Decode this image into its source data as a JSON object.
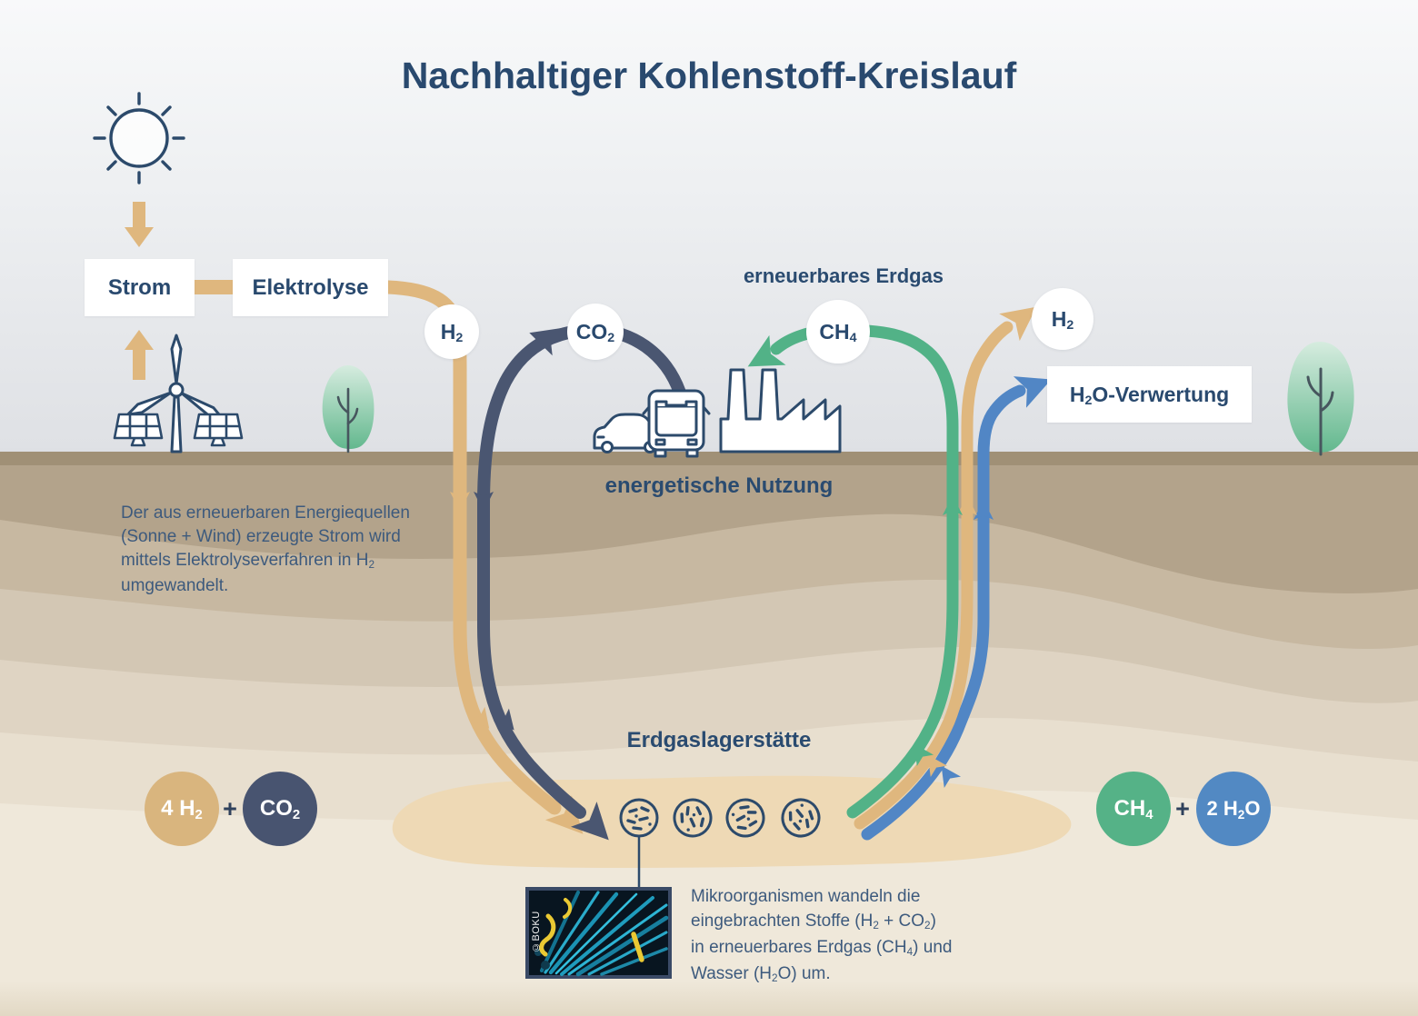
{
  "title": "Nachhaltiger Kohlenstoff-Kreislauf",
  "flow_boxes": {
    "strom": "Strom",
    "elektrolyse": "Elektrolyse",
    "h2o_verwertung": [
      {
        "t": "H"
      },
      {
        "t": "2",
        "s": true
      },
      {
        "t": "O-Verwertung"
      }
    ]
  },
  "section_labels": {
    "renewable_gas": "erneuerbares Erdgas",
    "energetic_use": "energetische Nutzung",
    "gas_reservoir": "Erdgaslagerstätte"
  },
  "gas_nodes": {
    "h2_left": [
      {
        "t": "H"
      },
      {
        "t": "2",
        "s": true
      }
    ],
    "co2": [
      {
        "t": "CO"
      },
      {
        "t": "2",
        "s": true
      }
    ],
    "ch4": [
      {
        "t": "CH"
      },
      {
        "t": "4",
        "s": true
      }
    ],
    "h2_right": [
      {
        "t": "H"
      },
      {
        "t": "2",
        "s": true
      }
    ]
  },
  "reaction_left": {
    "a": [
      {
        "t": "4 H"
      },
      {
        "t": "2",
        "s": true
      }
    ],
    "plus": "+",
    "b": [
      {
        "t": "CO"
      },
      {
        "t": "2",
        "s": true
      }
    ]
  },
  "reaction_right": {
    "a": [
      {
        "t": "CH"
      },
      {
        "t": "4",
        "s": true
      }
    ],
    "plus": "+",
    "b": [
      {
        "t": "2 H"
      },
      {
        "t": "2",
        "s": true
      },
      {
        "t": "O"
      }
    ]
  },
  "paragraph_electrolysis": {
    "lines": [
      [
        {
          "t": "Der aus erneuerbaren Energiequellen"
        }
      ],
      [
        {
          "t": "(Sonne + Wind) erzeugte Strom wird"
        }
      ],
      [
        {
          "t": "mittels Elektrolyseverfahren in H"
        },
        {
          "t": "2",
          "s": true
        }
      ],
      [
        {
          "t": "umgewandelt."
        }
      ]
    ]
  },
  "paragraph_microbes": {
    "lines": [
      [
        {
          "t": "Mikroorganismen wandeln die"
        }
      ],
      [
        {
          "t": "eingebrachten Stoffe (H"
        },
        {
          "t": "2",
          "s": true
        },
        {
          "t": " + CO"
        },
        {
          "t": "2",
          "s": true
        },
        {
          "t": ")"
        }
      ],
      [
        {
          "t": "in erneuerbares Erdgas (CH"
        },
        {
          "t": "4",
          "s": true
        },
        {
          "t": ") und"
        }
      ],
      [
        {
          "t": "Wasser (H"
        },
        {
          "t": "2",
          "s": true
        },
        {
          "t": "O) um."
        }
      ]
    ]
  },
  "photo_credit": "©BOKU",
  "colors": {
    "navy_text": "#29496e",
    "tan_arrow": "#dfb77e",
    "slate_arrow": "#4a5671",
    "green_arrow": "#52b287",
    "blue_arrow": "#5186c5",
    "tan_circle": "#d9b57e",
    "slate_circle": "#485470",
    "green_circle": "#55b287",
    "blue_circle": "#5289c3",
    "soil_surface": "#a39378",
    "soil_band": "#b3a38b",
    "reservoir": "#eed9b5",
    "sky_top": "#f8f9fa",
    "sky_bottom": "#dbdde2"
  },
  "icons": [
    "sun-icon",
    "wind-turbine-icon",
    "solar-panel-icon",
    "tree-icon",
    "car-icon",
    "bus-icon",
    "factory-icon",
    "microbes-icon",
    "microscope-photo"
  ]
}
